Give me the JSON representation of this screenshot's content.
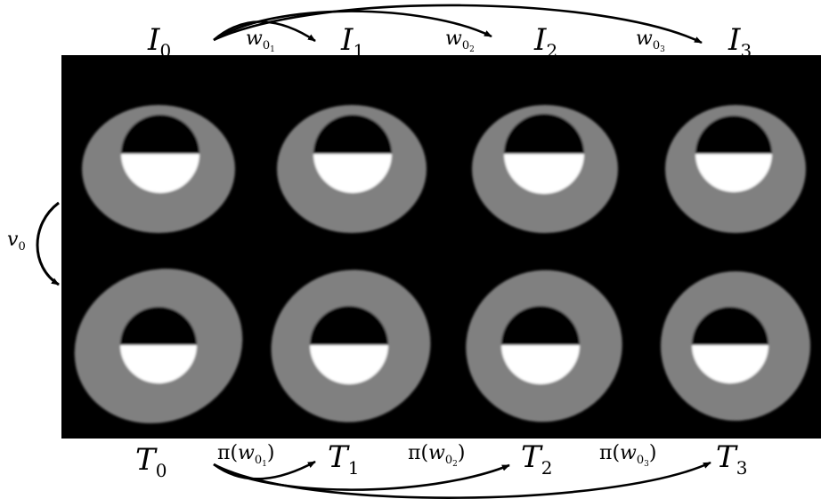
{
  "colors": {
    "background": "#ffffff",
    "panel": "#000000",
    "ring": "#808080",
    "hole_top": "#000000",
    "hole_bottom": "#ffffff",
    "arrow": "#000000"
  },
  "top_row": {
    "images": [
      {
        "letter": "I",
        "index": "0"
      },
      {
        "letter": "I",
        "index": "1"
      },
      {
        "letter": "I",
        "index": "2"
      },
      {
        "letter": "I",
        "index": "3"
      }
    ],
    "arrows": [
      {
        "symbol": "w",
        "sub": "0",
        "subsub": "1"
      },
      {
        "symbol": "w",
        "sub": "0",
        "subsub": "2"
      },
      {
        "symbol": "w",
        "sub": "0",
        "subsub": "3"
      }
    ]
  },
  "bottom_row": {
    "images": [
      {
        "letter": "T",
        "index": "0"
      },
      {
        "letter": "T",
        "index": "1"
      },
      {
        "letter": "T",
        "index": "2"
      },
      {
        "letter": "T",
        "index": "3"
      }
    ],
    "arrows": [
      {
        "prefix": "π(",
        "symbol": "w",
        "sub": "0",
        "subsub": "1",
        "suffix": ")"
      },
      {
        "prefix": "π(",
        "symbol": "w",
        "sub": "0",
        "subsub": "2",
        "suffix": ")"
      },
      {
        "prefix": "π(",
        "symbol": "w",
        "sub": "0",
        "subsub": "3",
        "suffix": ")"
      }
    ]
  },
  "side_arrow": {
    "symbol": "v",
    "sub": "0"
  }
}
